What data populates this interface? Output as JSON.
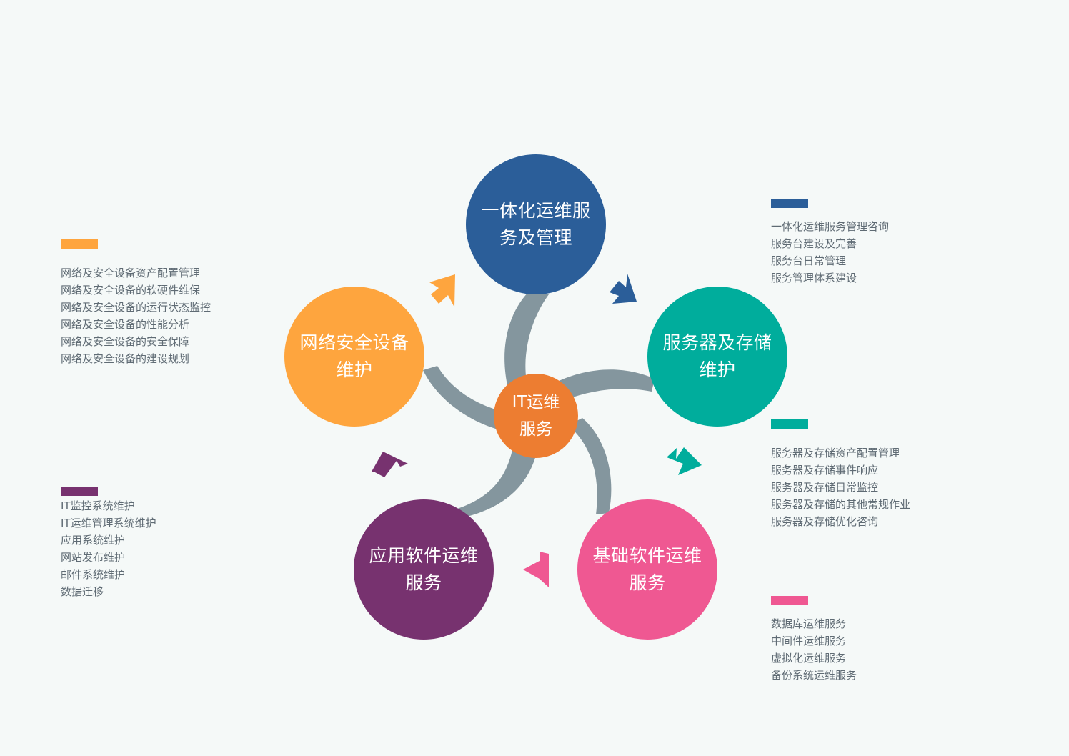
{
  "colors": {
    "blue": "#2b5e99",
    "teal": "#00ad9c",
    "pink": "#ef5892",
    "purple": "#77326f",
    "orange": "#fea53e",
    "center": "#ed7d31",
    "connector": "#84969e"
  },
  "center": {
    "label_line1": "IT运维",
    "label_line2": "服务"
  },
  "nodes": {
    "top": {
      "line1": "一体化运维服",
      "line2": "务及管理"
    },
    "right": {
      "line1": "服务器及存储",
      "line2": "维护"
    },
    "bottom_right": {
      "line1": "基础软件运维",
      "line2": "服务"
    },
    "bottom_left": {
      "line1": "应用软件运维",
      "line2": "服务"
    },
    "left": {
      "line1": "网络安全设备",
      "line2": "维护"
    }
  },
  "legends": {
    "blue": {
      "items": [
        "一体化运维服务管理咨询",
        "服务台建设及完善",
        "服务台日常管理",
        "服务管理体系建设"
      ]
    },
    "teal": {
      "items": [
        "服务器及存储资产配置管理",
        "服务器及存储事件响应",
        "服务器及存储日常监控",
        "服务器及存储的其他常规作业",
        "服务器及存储优化咨询"
      ]
    },
    "pink": {
      "items": [
        "数据库运维服务",
        "中间件运维服务",
        "虚拟化运维服务",
        "备份系统运维服务"
      ]
    },
    "orange": {
      "items": [
        "网络及安全设备资产配置管理",
        "网络及安全设备的软硬件维保",
        "网络及安全设备的运行状态监控",
        "网络及安全设备的性能分析",
        "网络及安全设备的安全保障",
        "网络及安全设备的建设规划"
      ]
    },
    "purple": {
      "items": [
        "IT监控系统维护",
        "IT运维管理系统维护",
        "应用系统维护",
        "网站发布维护",
        "邮件系统维护",
        "数据迁移"
      ]
    }
  }
}
